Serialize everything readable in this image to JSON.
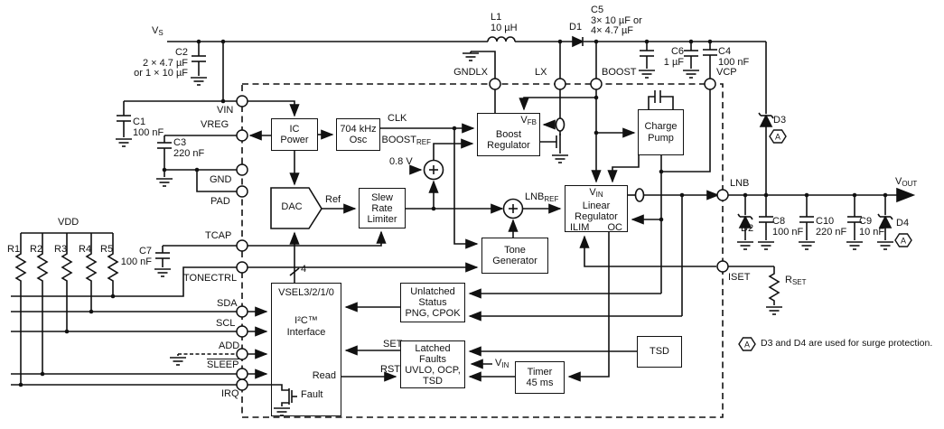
{
  "labels": {
    "vs": {
      "m": "V",
      "s": "S"
    },
    "vout": {
      "m": "V",
      "s": "OUT"
    },
    "vfb": {
      "m": "V",
      "s": "FB"
    },
    "vin_linear": {
      "m": "V",
      "s": "IN"
    },
    "vin_uvlo": {
      "m": "V",
      "s": "IN"
    },
    "boostref": {
      "m": "BOOST",
      "s": "REF"
    },
    "lnbref": {
      "m": "LNB",
      "s": "REF"
    },
    "rset": {
      "m": "R",
      "s": "SET"
    },
    "vdd": "VDD",
    "ref": "Ref",
    "clk": "CLK",
    "v08": "0.8 V",
    "bus_width": "4",
    "ilim": "ILIM",
    "oc": "OC",
    "set": "SET",
    "rst": "RST"
  },
  "pins": {
    "vin": "VIN",
    "vreg": "VREG",
    "gnd": "GND",
    "pad": "PAD",
    "tcap": "TCAP",
    "tonectrl": "TONECTRL",
    "sda": "SDA",
    "scl": "SCL",
    "add": "ADD",
    "sleep": "SLEEP",
    "irq": "IRQ",
    "gndlx": "GNDLX",
    "lx": "LX",
    "boost": "BOOST",
    "vcp": "VCP",
    "lnb": "LNB",
    "iset": "ISET"
  },
  "components": {
    "l1": {
      "name": "L1",
      "value": "10 µH"
    },
    "d1": {
      "name": "D1"
    },
    "d2": {
      "name": "D2"
    },
    "d3": {
      "name": "D3"
    },
    "d4": {
      "name": "D4"
    },
    "c1": {
      "name": "C1",
      "value": "100 nF"
    },
    "c2": {
      "name": "C2",
      "value": "2 × 4.7 µF",
      "value2": "or 1 × 10 µF"
    },
    "c3": {
      "name": "C3",
      "value": "220 nF"
    },
    "c4": {
      "name": "C4",
      "value": "100 nF"
    },
    "c5": {
      "name": "C5",
      "value": "3× 10 µF or",
      "value2": "4× 4.7 µF"
    },
    "c6": {
      "name": "C6",
      "value": "1 µF"
    },
    "c7": {
      "name": "C7",
      "value": "100 nF"
    },
    "c8": {
      "name": "C8",
      "value": "100 nF"
    },
    "c9": {
      "name": "C9",
      "value": "10 nF"
    },
    "c10": {
      "name": "C10",
      "value": "220 nF"
    },
    "r1": "R1",
    "r2": "R2",
    "r3": "R3",
    "r4": "R4",
    "r5": "R5"
  },
  "blocks": {
    "ic_power": [
      "IC",
      "Power"
    ],
    "osc": [
      "704 kHz",
      "Osc"
    ],
    "boost_regulator": [
      "Boost",
      "Regulator"
    ],
    "charge_pump": [
      "Charge",
      "Pump"
    ],
    "dac": "DAC",
    "slew": [
      "Slew",
      "Rate",
      "Limiter"
    ],
    "linear": [
      "Linear",
      "Regulator"
    ],
    "tone": [
      "Tone",
      "Generator"
    ],
    "unlatched": [
      "Unlatched",
      "Status",
      "PNG, CPOK"
    ],
    "latched": [
      "Latched",
      "Faults",
      "UVLO, OCP,",
      "TSD"
    ],
    "i2c": {
      "vsel": "VSEL3/2/1/0",
      "line1": "I²C™",
      "line2": "Interface",
      "read": "Read",
      "fault": "Fault"
    },
    "tsd": "TSD",
    "timer": [
      "Timer",
      "45 ms"
    ]
  },
  "note": {
    "badge": "A",
    "text": "D3 and D4 are used for surge protection."
  }
}
